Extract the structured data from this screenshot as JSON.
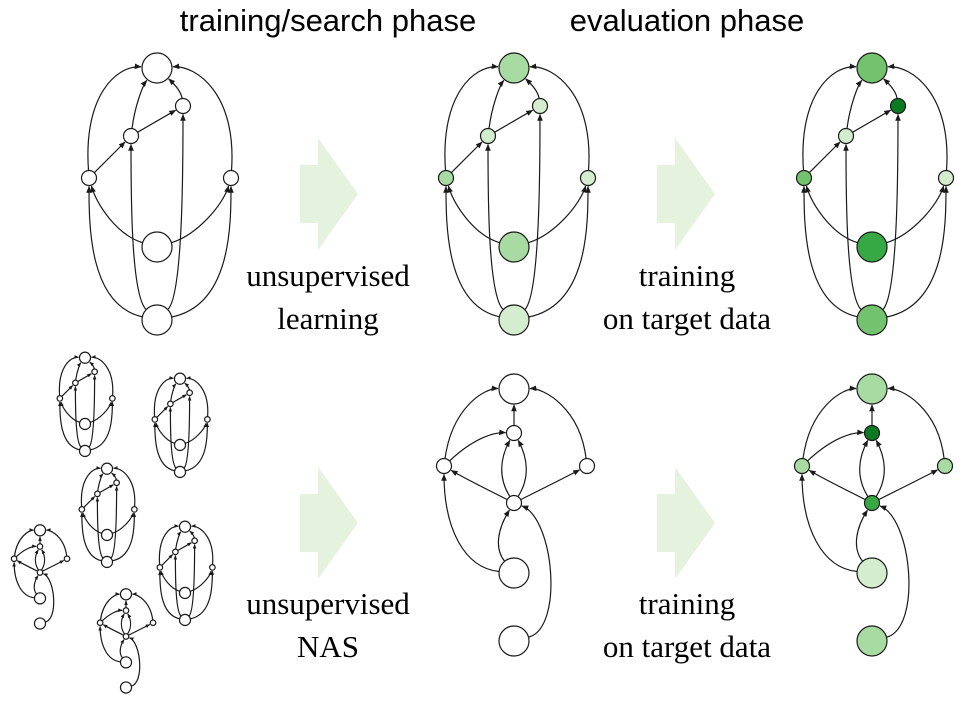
{
  "headers": {
    "training_search": "training/search phase",
    "evaluation": "evaluation phase"
  },
  "captions": {
    "top_left_line1": "unsupervised",
    "top_left_line2": "learning",
    "top_right_line1": "training",
    "top_right_line2": "on target data",
    "bottom_left_line1": "unsupervised",
    "bottom_left_line2": "NAS",
    "bottom_right_line1": "training",
    "bottom_right_line2": "on target data"
  },
  "colors": {
    "white": "#ffffff",
    "pale_green": "#d4edcf",
    "light_green": "#a8dba2",
    "mid_green": "#73c26e",
    "strong_green": "#36a844",
    "dark_green": "#0b7a22",
    "arrow_fill": "#e5f2dd"
  },
  "graphs": {
    "top_untrained": {
      "node_fills": [
        "#ffffff",
        "#ffffff",
        "#ffffff",
        "#ffffff",
        "#ffffff",
        "#ffffff",
        "#ffffff"
      ]
    },
    "top_pretrained": {
      "node_fills": [
        "#a8dba2",
        "#d4edcf",
        "#d4edcf",
        "#a8dba2",
        "#d4edcf",
        "#a8dba2",
        "#d4edcf"
      ]
    },
    "top_finetuned": {
      "node_fills": [
        "#73c26e",
        "#0b7a22",
        "#d4edcf",
        "#73c26e",
        "#d4edcf",
        "#36a844",
        "#73c26e"
      ]
    },
    "bottom_searched": {
      "node_fills": [
        "#ffffff",
        "#ffffff",
        "#ffffff",
        "#ffffff",
        "#ffffff",
        "#ffffff",
        "#ffffff"
      ]
    },
    "bottom_trained": {
      "node_fills": [
        "#a8dba2",
        "#0b7a22",
        "#a8dba2",
        "#a8dba2",
        "#36a844",
        "#d4edcf",
        "#a8dba2"
      ]
    }
  }
}
